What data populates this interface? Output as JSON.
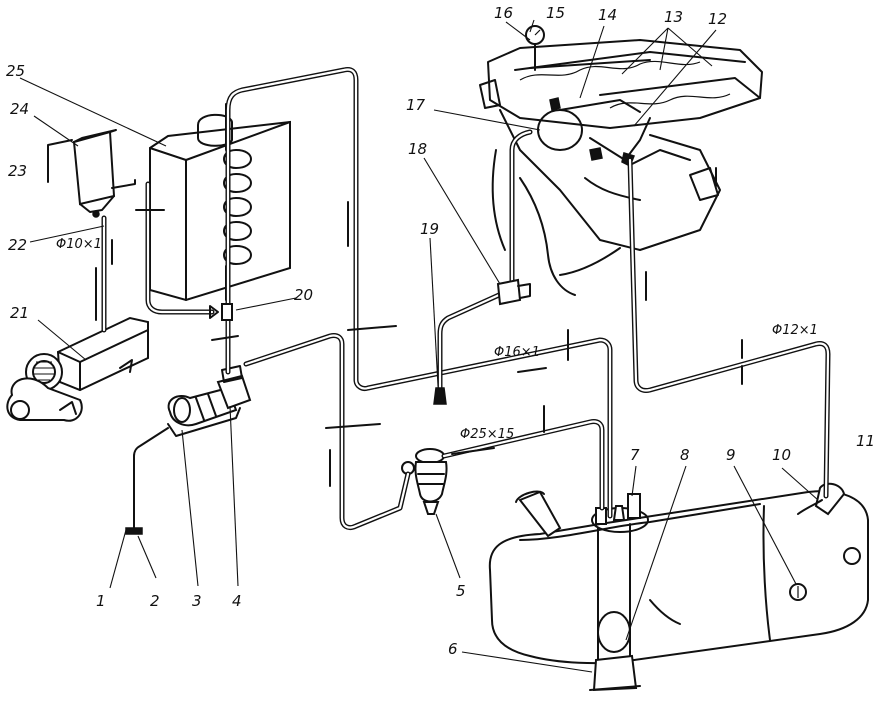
{
  "callouts": [
    {
      "id": "c1",
      "text": "1"
    },
    {
      "id": "c2",
      "text": "2"
    },
    {
      "id": "c3",
      "text": "3"
    },
    {
      "id": "c4",
      "text": "4"
    },
    {
      "id": "c5",
      "text": "5"
    },
    {
      "id": "c6",
      "text": "6"
    },
    {
      "id": "c7",
      "text": "7"
    },
    {
      "id": "c8",
      "text": "8"
    },
    {
      "id": "c9",
      "text": "9"
    },
    {
      "id": "c10",
      "text": "10"
    },
    {
      "id": "c11",
      "text": "11"
    },
    {
      "id": "c12",
      "text": "12"
    },
    {
      "id": "c13",
      "text": "13"
    },
    {
      "id": "c14",
      "text": "14"
    },
    {
      "id": "c15",
      "text": "15"
    },
    {
      "id": "c16",
      "text": "16"
    },
    {
      "id": "c17",
      "text": "17"
    },
    {
      "id": "c18",
      "text": "18"
    },
    {
      "id": "c19",
      "text": "19"
    },
    {
      "id": "c20",
      "text": "20"
    },
    {
      "id": "c21",
      "text": "21"
    },
    {
      "id": "c22",
      "text": "22"
    },
    {
      "id": "c23",
      "text": "23"
    },
    {
      "id": "c24",
      "text": "24"
    },
    {
      "id": "c25",
      "text": "25"
    }
  ],
  "pipe_sizes": {
    "heater_line": "Φ10×1",
    "feed_line": "Φ16×1",
    "supply_line": "Φ25×15",
    "return_line": "Φ12×1"
  }
}
